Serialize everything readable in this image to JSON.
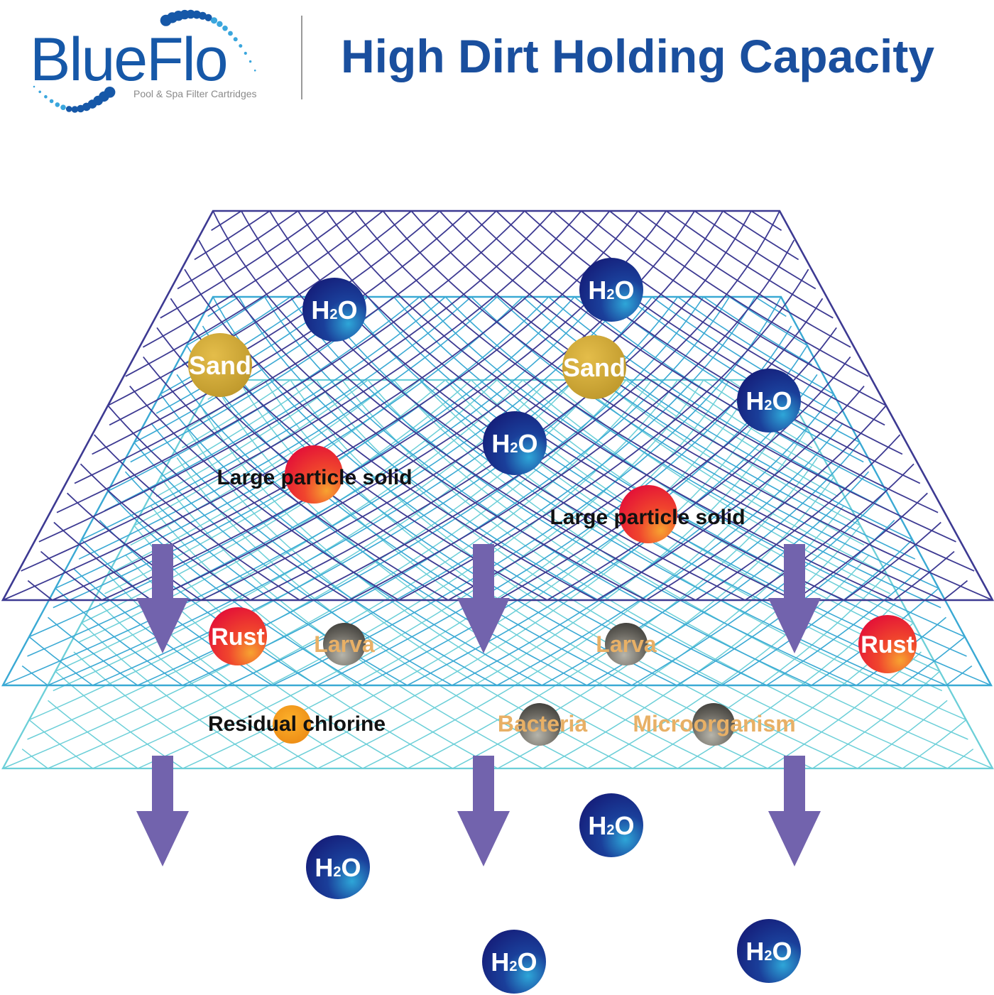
{
  "header": {
    "brand": "BlueFlo",
    "tagline": "Pool & Spa Filter Cartridges",
    "title": "High Dirt Holding Capacity"
  },
  "colors": {
    "brand_blue": "#1658a8",
    "title_blue": "#1a4f9e",
    "mesh_top": "#3d3a92",
    "mesh_middle": "#3aa9d4",
    "mesh_bottom": "#6ccfd8",
    "arrow": "#7263ad"
  },
  "particles": {
    "water": "H2O",
    "water_main": "H",
    "water_sub": "2",
    "water_tail": "O",
    "sand": "Sand",
    "large_solid": "Large particle solid",
    "rust": "Rust",
    "larva": "Larva",
    "residual_chlorine": "Residual chlorine",
    "bacteria": "Bacteria",
    "microorganism": "Microorganism"
  }
}
